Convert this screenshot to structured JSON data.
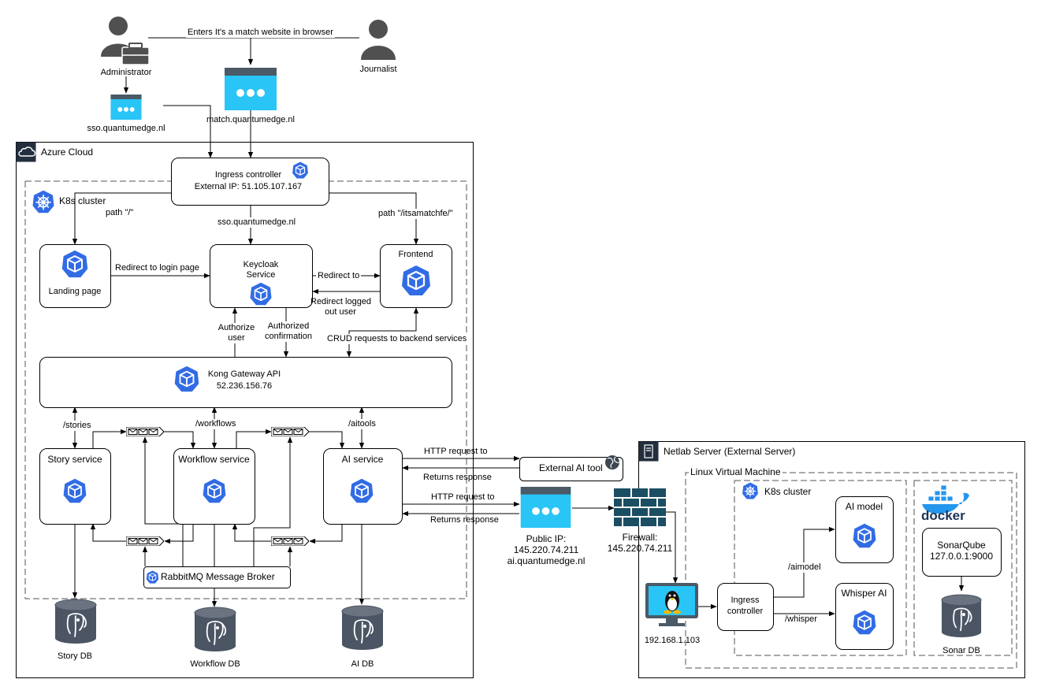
{
  "actors": {
    "administrator": "Administrator",
    "journalist": "Journalist",
    "browser_action": "Enters It's a match website in browser"
  },
  "sites": {
    "sso": "sso.quantumedge.nl",
    "match": "match.quantumedge.nl"
  },
  "azure": {
    "title": "Azure Cloud",
    "ingress": {
      "line1": "Ingress controller",
      "line2": "External IP: 51.105.107.167"
    },
    "k8s_label": "K8s cluster",
    "routes": {
      "root": "path \"/\"",
      "sso": "sso.quantumedge.nl",
      "frontend": "path \"/itsamatchfe/\""
    },
    "landing": "Landing page",
    "keycloak": {
      "line1": "Keycloak",
      "line2": "Service"
    },
    "frontend": "Frontend",
    "redirect_login": "Redirect to login page",
    "redirect_to": "Redirect to",
    "redirect_logged_out": {
      "line1": "Redirect logged",
      "line2": "out user"
    },
    "authorize_user": {
      "line1": "Authorize",
      "line2": "user"
    },
    "authorized_confirmation": {
      "line1": "Authorized",
      "line2": "confirmation"
    },
    "crud": "CRUD requests to backend services",
    "kong": {
      "line1": "Kong Gateway API",
      "line2": "52.236.156.76"
    },
    "paths": {
      "stories": "/stories",
      "workflows": "/workflows",
      "aitools": "/aitools"
    },
    "story_service": "Story service",
    "workflow_service": "Workflow service",
    "ai_service": "AI service",
    "rabbitmq": "RabbitMQ Message Broker",
    "story_db": "Story DB",
    "workflow_db": "Workflow DB",
    "ai_db": "AI DB"
  },
  "external": {
    "http_request_1": "HTTP request to",
    "returns_response_1": "Returns response",
    "external_ai_tool": "External AI tool",
    "http_request_2": "HTTP request to",
    "returns_response_2": "Returns response",
    "public_ip": {
      "line1": "Public IP:",
      "line2": "145.220.74.211",
      "line3": "ai.quantumedge.nl"
    },
    "firewall": {
      "line1": "Firewall:",
      "line2": "145.220.74.211"
    }
  },
  "netlab": {
    "title": "Netlab Server (External Server)",
    "vm_title": "Linux Virtual Machine",
    "k8s_label": "K8s cluster",
    "vm_ip": "192.168.1.103",
    "ingress": {
      "line1": "Ingress",
      "line2": "controller"
    },
    "aimodel_path": "/aimodel",
    "whisper_path": "/whisper",
    "ai_model": "AI model",
    "whisper_ai": "Whisper AI",
    "docker_logo": "docker",
    "sonarqube": {
      "line1": "SonarQube",
      "line2": "127.0.0.1:9000"
    },
    "sonar_db": "Sonar DB"
  },
  "colors": {
    "k8s_blue": "#326CE5",
    "browser_cyan": "#29C5F6",
    "browser_bar": "#4A5A66",
    "person_gray": "#505050",
    "db_gray": "#4B5563",
    "firewall_blue": "#1C4E63",
    "docker_blue": "#2496ED",
    "azure_header": "#232F3E"
  },
  "icons": [
    "person-icon",
    "briefcase-icon",
    "browser-icon",
    "cloud-icon",
    "kubernetes-icon",
    "kubernetes-cube-icon",
    "queue-icon",
    "database-icon",
    "globe-icon",
    "firewall-icon",
    "server-icon",
    "monitor-icon",
    "linux-tux-icon",
    "docker-icon"
  ]
}
